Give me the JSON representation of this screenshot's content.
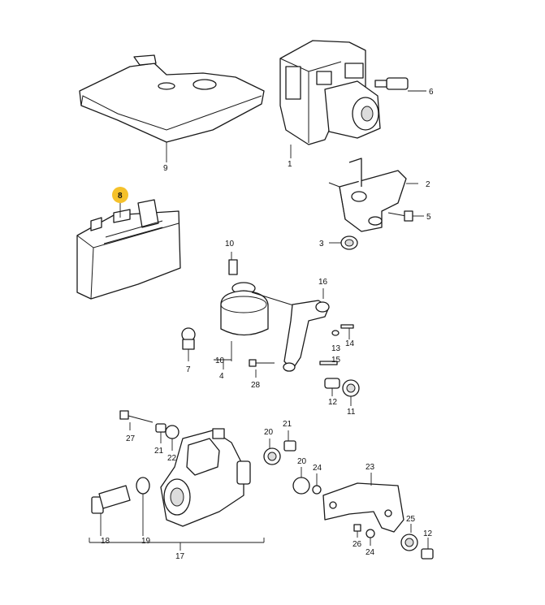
{
  "callouts": {
    "c1": "1",
    "c2": "2",
    "c3": "3",
    "c4": "4",
    "c5": "5",
    "c6": "6",
    "c7": "7",
    "c8": "8",
    "c9": "9",
    "c10": "10",
    "c10b": "10",
    "c11": "11",
    "c12a": "12",
    "c12b": "12",
    "c13": "13",
    "c14": "14",
    "c15": "15",
    "c16": "16",
    "c17": "17",
    "c18": "18",
    "c19": "19",
    "c20a": "20",
    "c20b": "20",
    "c21a": "21",
    "c21b": "21",
    "c22": "22",
    "c23": "23",
    "c24a": "24",
    "c24b": "24",
    "c25": "25",
    "c26": "26",
    "c27": "27",
    "c28": "28"
  },
  "highlight": {
    "part_number": "8",
    "color": "#f5c12a"
  }
}
